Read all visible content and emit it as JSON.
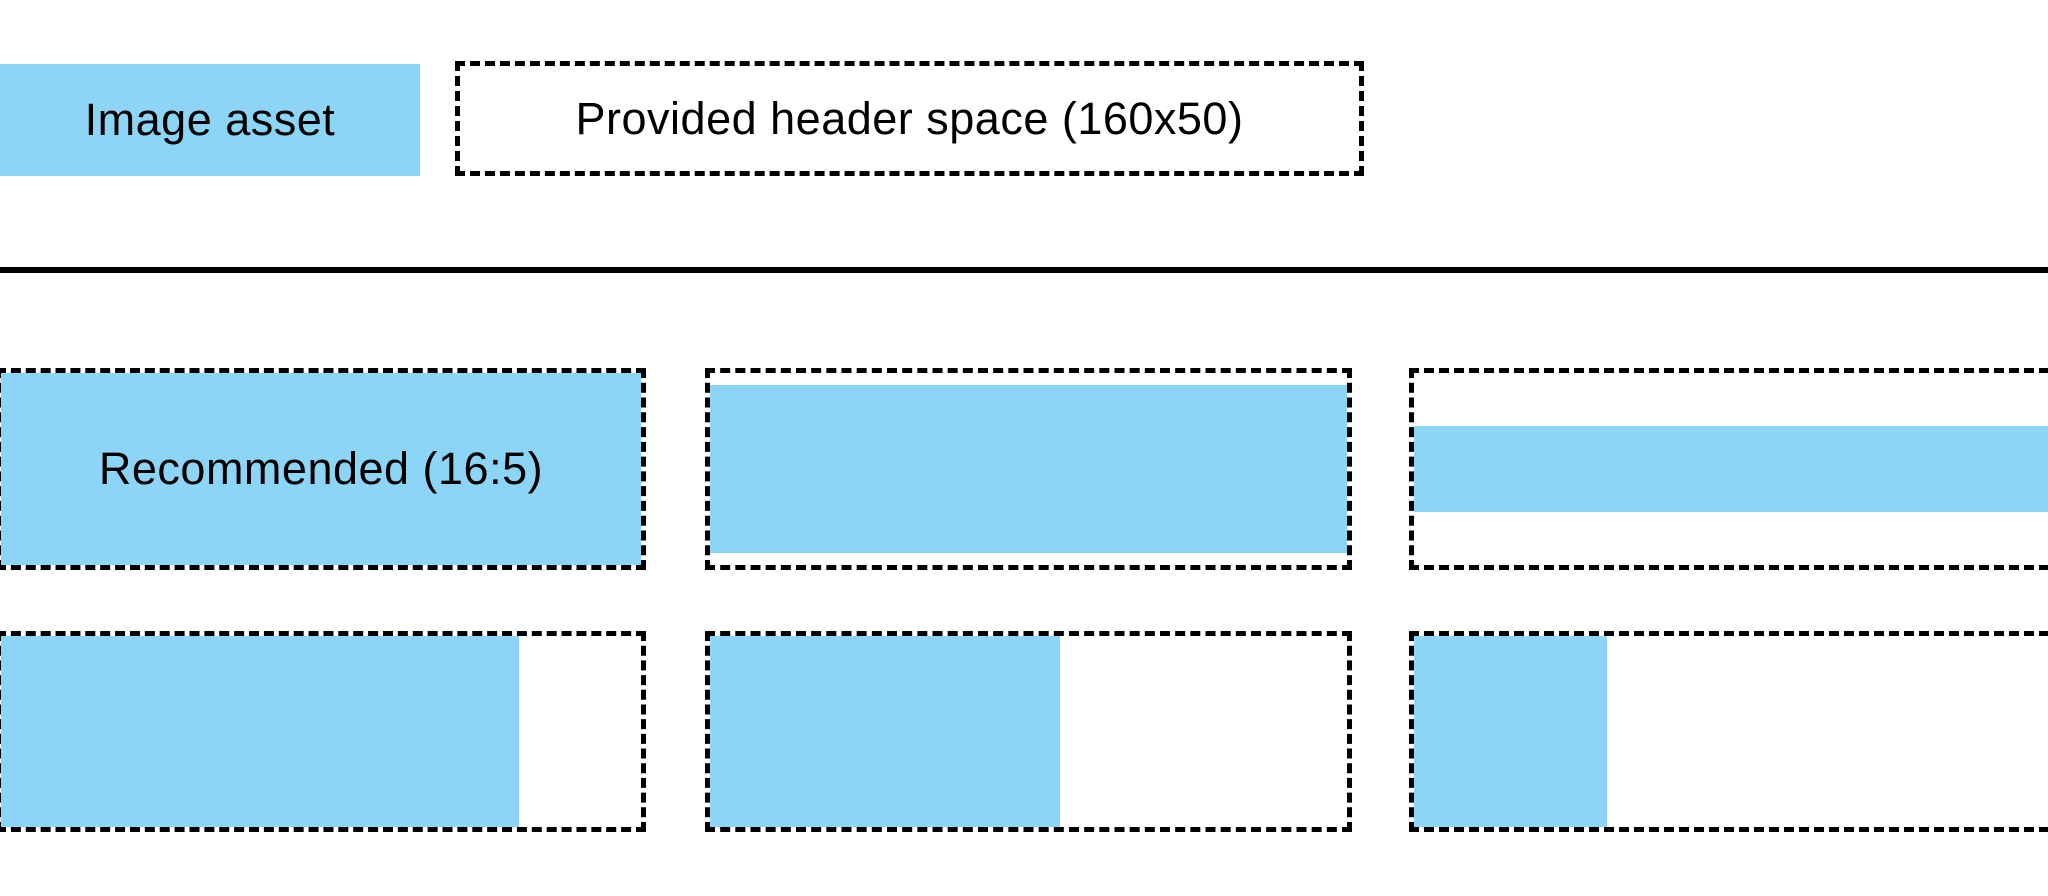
{
  "colors": {
    "asset_blue": "#8DD5F6",
    "line_black": "#000000",
    "background": "#FFFFFF"
  },
  "legend": {
    "asset_label": "Image asset",
    "space_label": "Provided header space (160x50)"
  },
  "tiles": [
    {
      "id": "recommended-16-5",
      "label": "Recommended (16:5)",
      "fill": {
        "width_pct": 100,
        "height_pct": 100
      }
    },
    {
      "id": "full-width-shorter",
      "label": "",
      "fill": {
        "width_pct": 100,
        "height_pct": 87
      }
    },
    {
      "id": "full-width-thin-strip",
      "label": "",
      "fill": {
        "width_pct": 100,
        "height_pct": 45
      }
    },
    {
      "id": "narrow-wide-asset",
      "label": "",
      "fill": {
        "width_pct": 81,
        "height_pct": 100
      }
    },
    {
      "id": "narrow-medium-asset",
      "label": "",
      "fill": {
        "width_pct": 55,
        "height_pct": 100
      }
    },
    {
      "id": "narrow-small-asset",
      "label": "",
      "fill": {
        "width_pct": 28,
        "height_pct": 100
      }
    }
  ]
}
